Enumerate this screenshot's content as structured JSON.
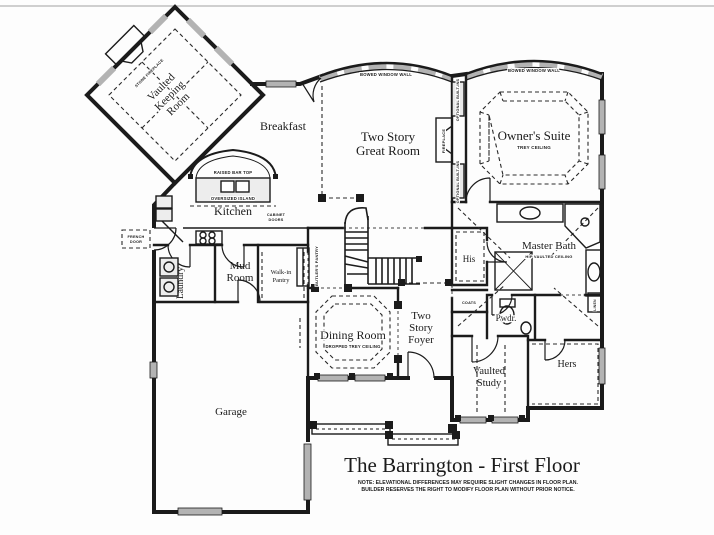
{
  "page": {
    "title": "The Barrington - First Floor",
    "note1": "NOTE: ELEVATIONAL DIFFERENCES MAY REQUIRE SLIGHT CHANGES IN FLOOR PLAN.",
    "note2": "BUILDER RESERVES THE RIGHT TO MODIFY FLOOR PLAN WITHOUT PRIOR NOTICE.",
    "ink_color": "#1b1b1b",
    "window_fill": "#b3b3b3",
    "cabinet_fill": "#ededed"
  },
  "rooms": {
    "keeping": {
      "l1": "Vaulted",
      "l2": "Keeping",
      "l3": "Room"
    },
    "breakfast": {
      "label": "Breakfast"
    },
    "great": {
      "l1": "Two Story",
      "l2": "Great Room"
    },
    "owners": {
      "name": "Owner's Suite",
      "sub": "TREY CEILING"
    },
    "kitchen": {
      "label": "Kitchen"
    },
    "mud": {
      "l1": "Mud",
      "l2": "Room"
    },
    "pantry": {
      "l1": "Walk-in",
      "l2": "Pantry"
    },
    "laundry": {
      "label": "Laundry"
    },
    "dining": {
      "name": "Dining Room",
      "sub": "DROPPED TREY CEILING"
    },
    "foyer": {
      "l1": "Two",
      "l2": "Story",
      "l3": "Foyer"
    },
    "master_bath": {
      "name": "Master Bath",
      "sub": "HIP VAULTED CEILING"
    },
    "his": {
      "label": "His"
    },
    "pwdr": {
      "label": "Pwdr."
    },
    "hers": {
      "label": "Hers"
    },
    "study": {
      "l1": "Vaulted",
      "l2": "Study"
    },
    "garage": {
      "label": "Garage"
    }
  },
  "annotations": {
    "bowed1": "BOWED WINDOW WALL",
    "bowed2": "BOWED WINDOW WALL",
    "fireplace": "FIREPLACE",
    "builtins_top": "OPTIONAL BUILT-INS",
    "builtins_bottom": "OPTIONAL BUILT-INS",
    "stone_fireplace": "STONE FIREPLACE",
    "raised_bar": "RAISED BAR TOP",
    "oversized_island": "OVERSIZED ISLAND",
    "cabinet": {
      "l1": "CABINET",
      "l2": "DOORS"
    },
    "butlers": "BUTLER'S PANTRY",
    "french": {
      "l1": "FRENCH",
      "l2": "DOOR"
    },
    "coats": "COATS",
    "linen": "LINEN"
  }
}
